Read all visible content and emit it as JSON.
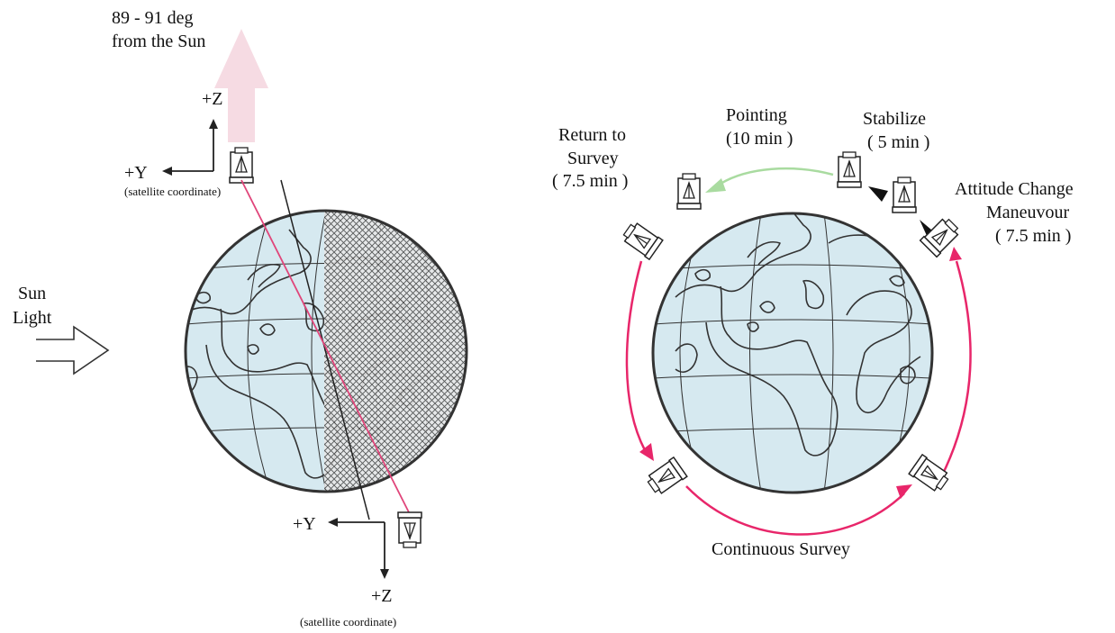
{
  "left_panel": {
    "direction_label": [
      "89 - 91 deg",
      "from the Sun"
    ],
    "sun_label": [
      "Sun",
      "Light"
    ],
    "top_axes": {
      "z": "+Z",
      "y": "+Y",
      "caption": "(satellite coordinate)"
    },
    "bottom_axes": {
      "y": "+Y",
      "z": "+Z",
      "caption": "(satellite coordinate)"
    }
  },
  "right_panel": {
    "phases": {
      "pointing": [
        "Pointing",
        "(10 min )"
      ],
      "stabilize": [
        "Stabilize",
        "( 5 min )"
      ],
      "return": [
        "Return to",
        "Survey",
        "( 7.5 min )"
      ],
      "attitude": [
        "Attitude Change",
        "Maneuvour",
        "( 7.5 min )"
      ],
      "survey": "Continuous Survey"
    }
  },
  "colors": {
    "ocean": "#d6e9f0",
    "survey_arrow": "#e8266a",
    "pointing_arrow": "#a9dba0",
    "sun_direction_arrow": "#f6dbe3",
    "sun_line": "#e0457a"
  }
}
